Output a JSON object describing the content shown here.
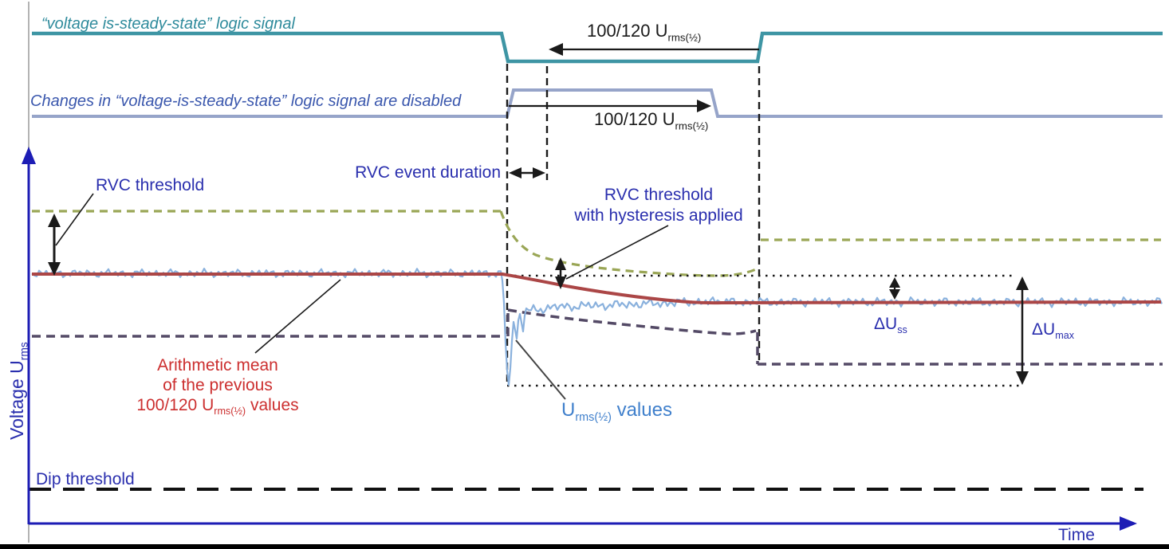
{
  "labels": {
    "steady_state_signal": "“voltage is-steady-state” logic signal",
    "changes_disabled": "Changes in “voltage-is-steady-state” logic signal are disabled",
    "interval_top": {
      "pre": "100/120 U",
      "sub": "rms(½)"
    },
    "interval_bottom": {
      "pre": "100/120 U",
      "sub": "rms(½)"
    },
    "rvc_threshold": "RVC threshold",
    "rvc_event_duration": "RVC event duration",
    "hysteresis": {
      "line1": "RVC threshold",
      "line2": "with hysteresis applied"
    },
    "arithmetic_mean": {
      "line1": "Arithmetic mean",
      "line2": "of the previous",
      "line3_pre": "100/120 U",
      "line3_sub": "rms(½)",
      "line3_post": " values"
    },
    "urms_values": {
      "pre": "U",
      "sub": "rms(½)",
      "post": " values"
    },
    "delta_uss": {
      "pre": "ΔU",
      "sub": "ss"
    },
    "delta_umax": {
      "pre": "ΔU",
      "sub": "max"
    },
    "dip_threshold": "Dip threshold",
    "time_axis": "Time",
    "voltage_axis": {
      "pre": "Voltage U",
      "sub": "rms"
    }
  },
  "colors": {
    "teal_signal": "#3e95a4",
    "steelblue_signal": "#96a4c9",
    "rvc_threshold_dashed": "#9aa656",
    "lower_threshold_dashed": "#544a66",
    "arithmetic_mean_line": "#ab4646",
    "urms_noise_line": "#8ab1dd",
    "axis_blue": "#1d1db5",
    "label_navy": "#2a2fae",
    "label_red": "#cc2f2f",
    "annotation_black": "#1a1a1a"
  },
  "series": [
    {
      "name": "voltage is-steady-state logic signal",
      "style": "solid"
    },
    {
      "name": "changes disabled logic signal",
      "style": "solid"
    },
    {
      "name": "RVC threshold",
      "style": "dashed"
    },
    {
      "name": "RVC threshold with hysteresis applied",
      "style": "dashed-curve"
    },
    {
      "name": "Arithmetic mean of the previous 100/120 Urms(½) values",
      "style": "solid"
    },
    {
      "name": "Urms(½) values",
      "style": "noisy"
    },
    {
      "name": "Dip threshold",
      "style": "long-dashed"
    }
  ]
}
